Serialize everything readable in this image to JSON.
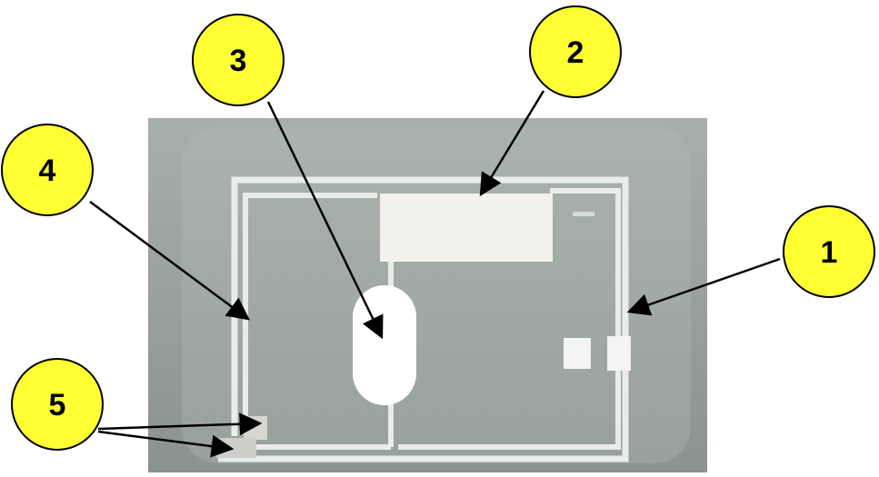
{
  "figure": {
    "background_color": "#ffffff",
    "photo_colors": {
      "substrate": "#8f9893",
      "substrate_light": "#b3bbb7",
      "trace": "#e9ecea",
      "pad": "#f6f6f4",
      "hole": "#ffffff"
    },
    "callout_fill": "#ffff33",
    "callout_stroke": "#000000",
    "arrow_color": "#000000"
  },
  "callouts": [
    {
      "id": "c1",
      "label": "1",
      "target": "outer-trace-right"
    },
    {
      "id": "c2",
      "label": "2",
      "target": "rectangular-pad"
    },
    {
      "id": "c3",
      "label": "3",
      "target": "oval-cutout"
    },
    {
      "id": "c4",
      "label": "4",
      "target": "outer-trace-left"
    },
    {
      "id": "c5",
      "label": "5",
      "target": "corner-terminals"
    }
  ]
}
